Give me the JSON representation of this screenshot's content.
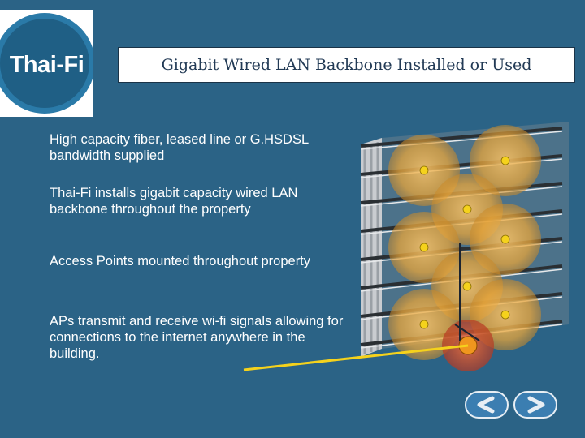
{
  "logo": {
    "text": "Thai-Fi"
  },
  "title": "Gigabit Wired LAN Backbone Installed or Used",
  "bullets": [
    "High capacity fiber, leased line or G.HSDSL bandwidth supplied",
    "Thai-Fi installs gigabit capacity wired LAN backbone throughout the property",
    "Access Points mounted throughout property",
    "APs transmit and receive wi-fi signals allowing for connections to the internet anywhere in the building."
  ],
  "nav": {
    "prev_icon": "chevron-left-icon",
    "next_icon": "chevron-right-icon"
  },
  "colors": {
    "background": "#2b6386",
    "logo_blue": "#1f5f85",
    "ap_yellow": "#f5d21c",
    "coverage_orange": "#e8a53a"
  }
}
